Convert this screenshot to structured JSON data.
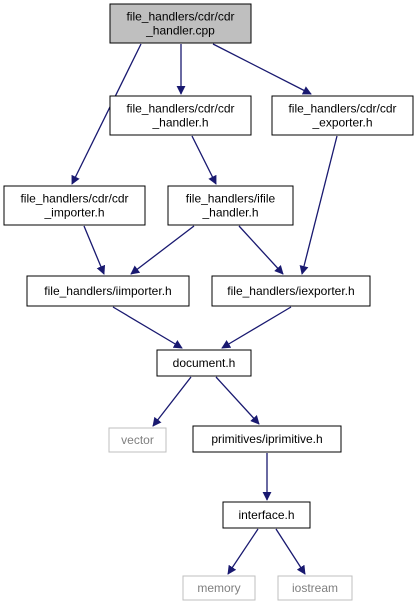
{
  "diagram": {
    "colors": {
      "edge": "#191970",
      "node_border": "#000000",
      "root_fill": "#bfbfbf",
      "node_fill": "#ffffff",
      "external_border": "#bfbfbf",
      "external_text": "#7f7f7f"
    },
    "nodes": [
      {
        "id": "cdr_handler_cpp",
        "lines": [
          "file_handlers/cdr/cdr",
          "_handler.cpp"
        ],
        "style": "root"
      },
      {
        "id": "cdr_handler_h",
        "lines": [
          "file_handlers/cdr/cdr",
          "_handler.h"
        ],
        "style": "normal"
      },
      {
        "id": "cdr_exporter_h",
        "lines": [
          "file_handlers/cdr/cdr",
          "_exporter.h"
        ],
        "style": "normal"
      },
      {
        "id": "cdr_importer_h",
        "lines": [
          "file_handlers/cdr/cdr",
          "_importer.h"
        ],
        "style": "normal"
      },
      {
        "id": "ifile_handler_h",
        "lines": [
          "file_handlers/ifile",
          "_handler.h"
        ],
        "style": "normal"
      },
      {
        "id": "iimporter_h",
        "lines": [
          "file_handlers/iimporter.h"
        ],
        "style": "normal"
      },
      {
        "id": "iexporter_h",
        "lines": [
          "file_handlers/iexporter.h"
        ],
        "style": "normal"
      },
      {
        "id": "document_h",
        "lines": [
          "document.h"
        ],
        "style": "normal"
      },
      {
        "id": "vector",
        "lines": [
          "vector"
        ],
        "style": "external"
      },
      {
        "id": "iprimitive_h",
        "lines": [
          "primitives/iprimitive.h"
        ],
        "style": "normal"
      },
      {
        "id": "interface_h",
        "lines": [
          "interface.h"
        ],
        "style": "normal"
      },
      {
        "id": "memory",
        "lines": [
          "memory"
        ],
        "style": "external"
      },
      {
        "id": "iostream",
        "lines": [
          "iostream"
        ],
        "style": "external"
      }
    ],
    "edges": [
      [
        "cdr_handler_cpp",
        "cdr_handler_h"
      ],
      [
        "cdr_handler_cpp",
        "cdr_exporter_h"
      ],
      [
        "cdr_handler_cpp",
        "cdr_importer_h"
      ],
      [
        "cdr_handler_h",
        "ifile_handler_h"
      ],
      [
        "cdr_exporter_h",
        "iexporter_h"
      ],
      [
        "cdr_importer_h",
        "iimporter_h"
      ],
      [
        "ifile_handler_h",
        "iimporter_h"
      ],
      [
        "ifile_handler_h",
        "iexporter_h"
      ],
      [
        "iimporter_h",
        "document_h"
      ],
      [
        "iexporter_h",
        "document_h"
      ],
      [
        "document_h",
        "vector"
      ],
      [
        "document_h",
        "iprimitive_h"
      ],
      [
        "iprimitive_h",
        "interface_h"
      ],
      [
        "interface_h",
        "memory"
      ],
      [
        "interface_h",
        "iostream"
      ]
    ]
  }
}
